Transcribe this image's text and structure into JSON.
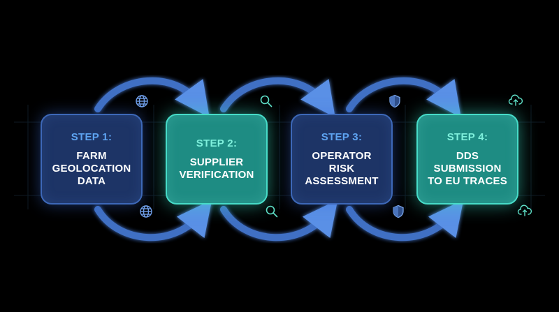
{
  "steps": [
    {
      "label": "STEP 1:",
      "lines": [
        "FARM",
        "GEOLOCATION",
        "DATA"
      ],
      "style": "blue"
    },
    {
      "label": "STEP 2:",
      "lines": [
        "SUPPLIER",
        "VERIFICATION"
      ],
      "style": "teal"
    },
    {
      "label": "STEP 3:",
      "lines": [
        "OPERATOR",
        "RISK",
        "ASSESSMENT"
      ],
      "style": "blue"
    },
    {
      "label": "STEP 4:",
      "lines": [
        "DDS",
        "SUBMISSION",
        "TO EU TRACES"
      ],
      "style": "teal"
    }
  ],
  "icons": [
    "globe-icon",
    "magnifier-icon",
    "shield-icon",
    "cloud-upload-icon"
  ],
  "colors": {
    "background": "#000000",
    "blue_box": "#1d3466",
    "teal_box": "#1e8c83",
    "arrow": "#4a7fd8",
    "step_blue": "#5ea4f2",
    "step_teal": "#7ff0dc"
  }
}
